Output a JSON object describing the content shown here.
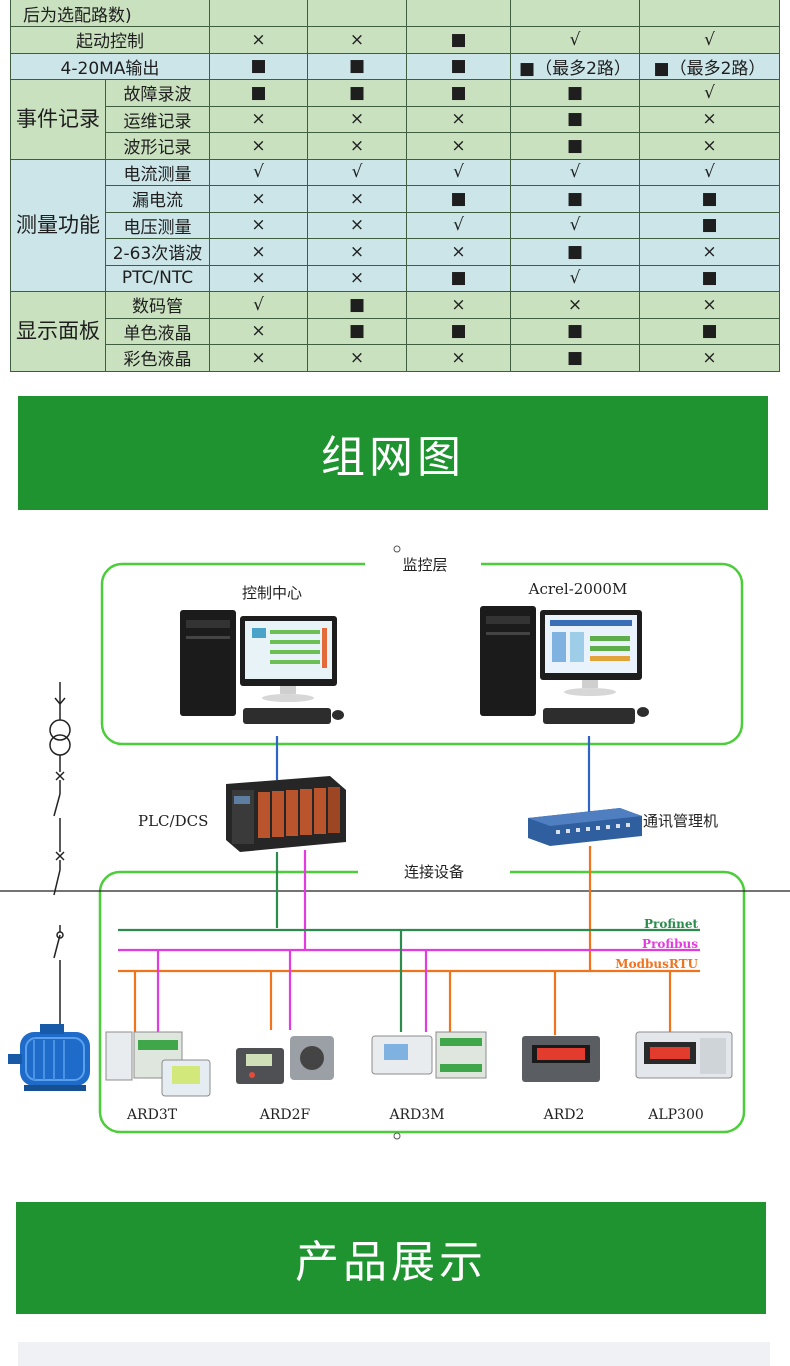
{
  "table": {
    "header_partial": "后为选配路数)",
    "rows": [
      {
        "group": "",
        "label": "起动控制",
        "values": [
          "×",
          "×",
          "■",
          "√",
          "√"
        ],
        "bg": "g"
      },
      {
        "group": "",
        "label": "4-20MA输出",
        "values": [
          "■",
          "■",
          "■",
          "■（最多2路）",
          "■（最多2路）"
        ],
        "bg": "b"
      },
      {
        "group": "事件记录",
        "label": "故障录波",
        "values": [
          "■",
          "■",
          "■",
          "■",
          "√"
        ],
        "bg": "g"
      },
      {
        "group": "",
        "label": "运维记录",
        "values": [
          "×",
          "×",
          "×",
          "■",
          "×"
        ],
        "bg": "g"
      },
      {
        "group": "",
        "label": "波形记录",
        "values": [
          "×",
          "×",
          "×",
          "■",
          "×"
        ],
        "bg": "g"
      },
      {
        "group": "测量功能",
        "label": "电流测量",
        "values": [
          "√",
          "√",
          "√",
          "√",
          "√"
        ],
        "bg": "b"
      },
      {
        "group": "",
        "label": "漏电流",
        "values": [
          "×",
          "×",
          "■",
          "■",
          "■"
        ],
        "bg": "b"
      },
      {
        "group": "",
        "label": "电压测量",
        "values": [
          "×",
          "×",
          "√",
          "√",
          "■"
        ],
        "bg": "b"
      },
      {
        "group": "",
        "label": "2-63次谐波",
        "values": [
          "×",
          "×",
          "×",
          "■",
          "×"
        ],
        "bg": "b"
      },
      {
        "group": "",
        "label": "PTC/NTC",
        "values": [
          "×",
          "×",
          "■",
          "√",
          "■"
        ],
        "bg": "b"
      },
      {
        "group": "显示面板",
        "label": "数码管",
        "values": [
          "√",
          "■",
          "×",
          "×",
          "×"
        ],
        "bg": "g"
      },
      {
        "group": "",
        "label": "单色液晶",
        "values": [
          "×",
          "■",
          "■",
          "■",
          "■"
        ],
        "bg": "g"
      },
      {
        "group": "",
        "label": "彩色液晶",
        "values": [
          "×",
          "×",
          "×",
          "■",
          "×"
        ],
        "bg": "g"
      }
    ]
  },
  "banners": {
    "network": "组网图",
    "products": "产品展示"
  },
  "diagram": {
    "monitor_layer": "监控层",
    "control_center": "控制中心",
    "software": "Acrel-2000M",
    "plc": "PLC/DCS",
    "comm_manager": "通讯管理机",
    "connect_devices": "连接设备",
    "buses": {
      "profinet": "Profinet",
      "profibus": "Profibus",
      "modbus": "ModbusRTU"
    },
    "devices": [
      "ARD3T",
      "ARD2F",
      "ARD3M",
      "ARD2",
      "ALP300"
    ],
    "colors": {
      "frame": "#4ccd3a",
      "profinet": "#2b8c4e",
      "profibus": "#e33be0",
      "modbus": "#f0731e",
      "ethernet": "#2e63c7"
    }
  }
}
